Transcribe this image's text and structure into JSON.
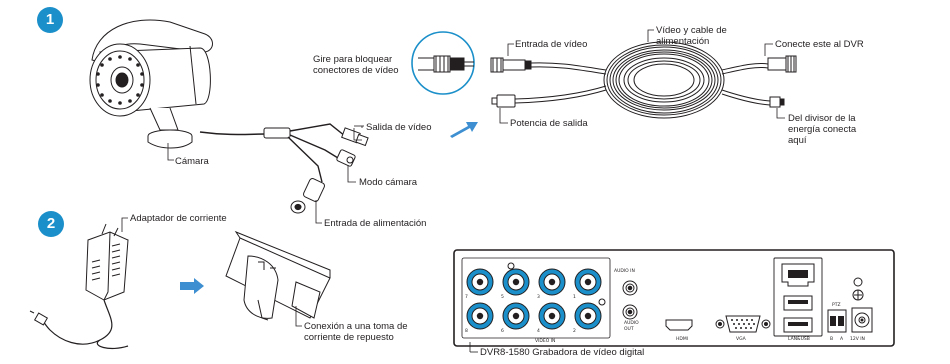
{
  "steps": [
    "1",
    "2"
  ],
  "colors": {
    "accent": "#1a8fc9",
    "bnc_fill": "#1a8fc9",
    "line": "#231f20",
    "arrow": "#3d8fd1"
  },
  "labels": {
    "camera": "Cámara",
    "video_out": "Salida de vídeo",
    "camera_mode": "Modo cámara",
    "power_in": "Entrada de alimentación",
    "lock_hint": "Gire para bloquear\nconectores de vídeo",
    "video_in": "Entrada de vídeo",
    "cable": "Vídeo y cable de\nalimentación",
    "connect_dvr": "Conecte este al DVR",
    "power_out": "Potencia de salida",
    "splitter": "Del divisor de la\nenergía conecta\naquí",
    "adapter": "Adaptador de corriente",
    "outlet": "Conexión a una toma de\ncorriente de repuesto",
    "dvr": "DVR8-1580 Grabadora de vídeo digital"
  },
  "dvr_panel": {
    "video_in": "VIDEO IN",
    "audio_in": "AUDIO IN",
    "audio_out": "AUDIO\nOUT",
    "hdmi": "HDMI",
    "vga": "VGA",
    "lan_usb": "LAN&USB",
    "ptz": "PTZ",
    "b": "B",
    "a": "A",
    "power_12v": "12V IN",
    "top_ports": [
      "7",
      "5",
      "3",
      "1"
    ],
    "bottom_ports": [
      "8",
      "6",
      "4",
      "2"
    ]
  }
}
